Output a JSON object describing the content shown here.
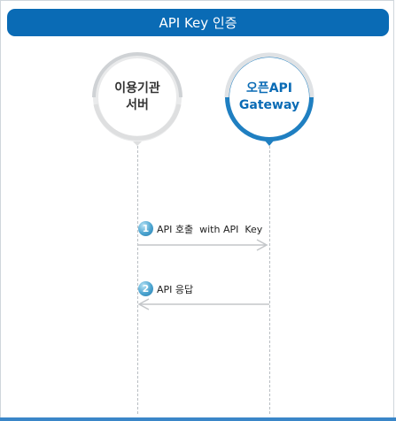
{
  "header": {
    "title": "API Key 인증"
  },
  "nodes": {
    "left": {
      "line1": "이용기관",
      "line2": "서버"
    },
    "right": {
      "line1": "오픈API",
      "line2": "Gateway"
    }
  },
  "messages": [
    {
      "step": "1",
      "label": "API 호출  with API  Key",
      "direction": "right"
    },
    {
      "step": "2",
      "label": "API 응답",
      "direction": "left"
    }
  ],
  "colors": {
    "title_bg": "#0a6bb5",
    "left_ring": "#cfd2d5",
    "right_ring": "#1f7fc1",
    "badge": "#4aa3cf",
    "arrow": "#c3c6c9"
  }
}
